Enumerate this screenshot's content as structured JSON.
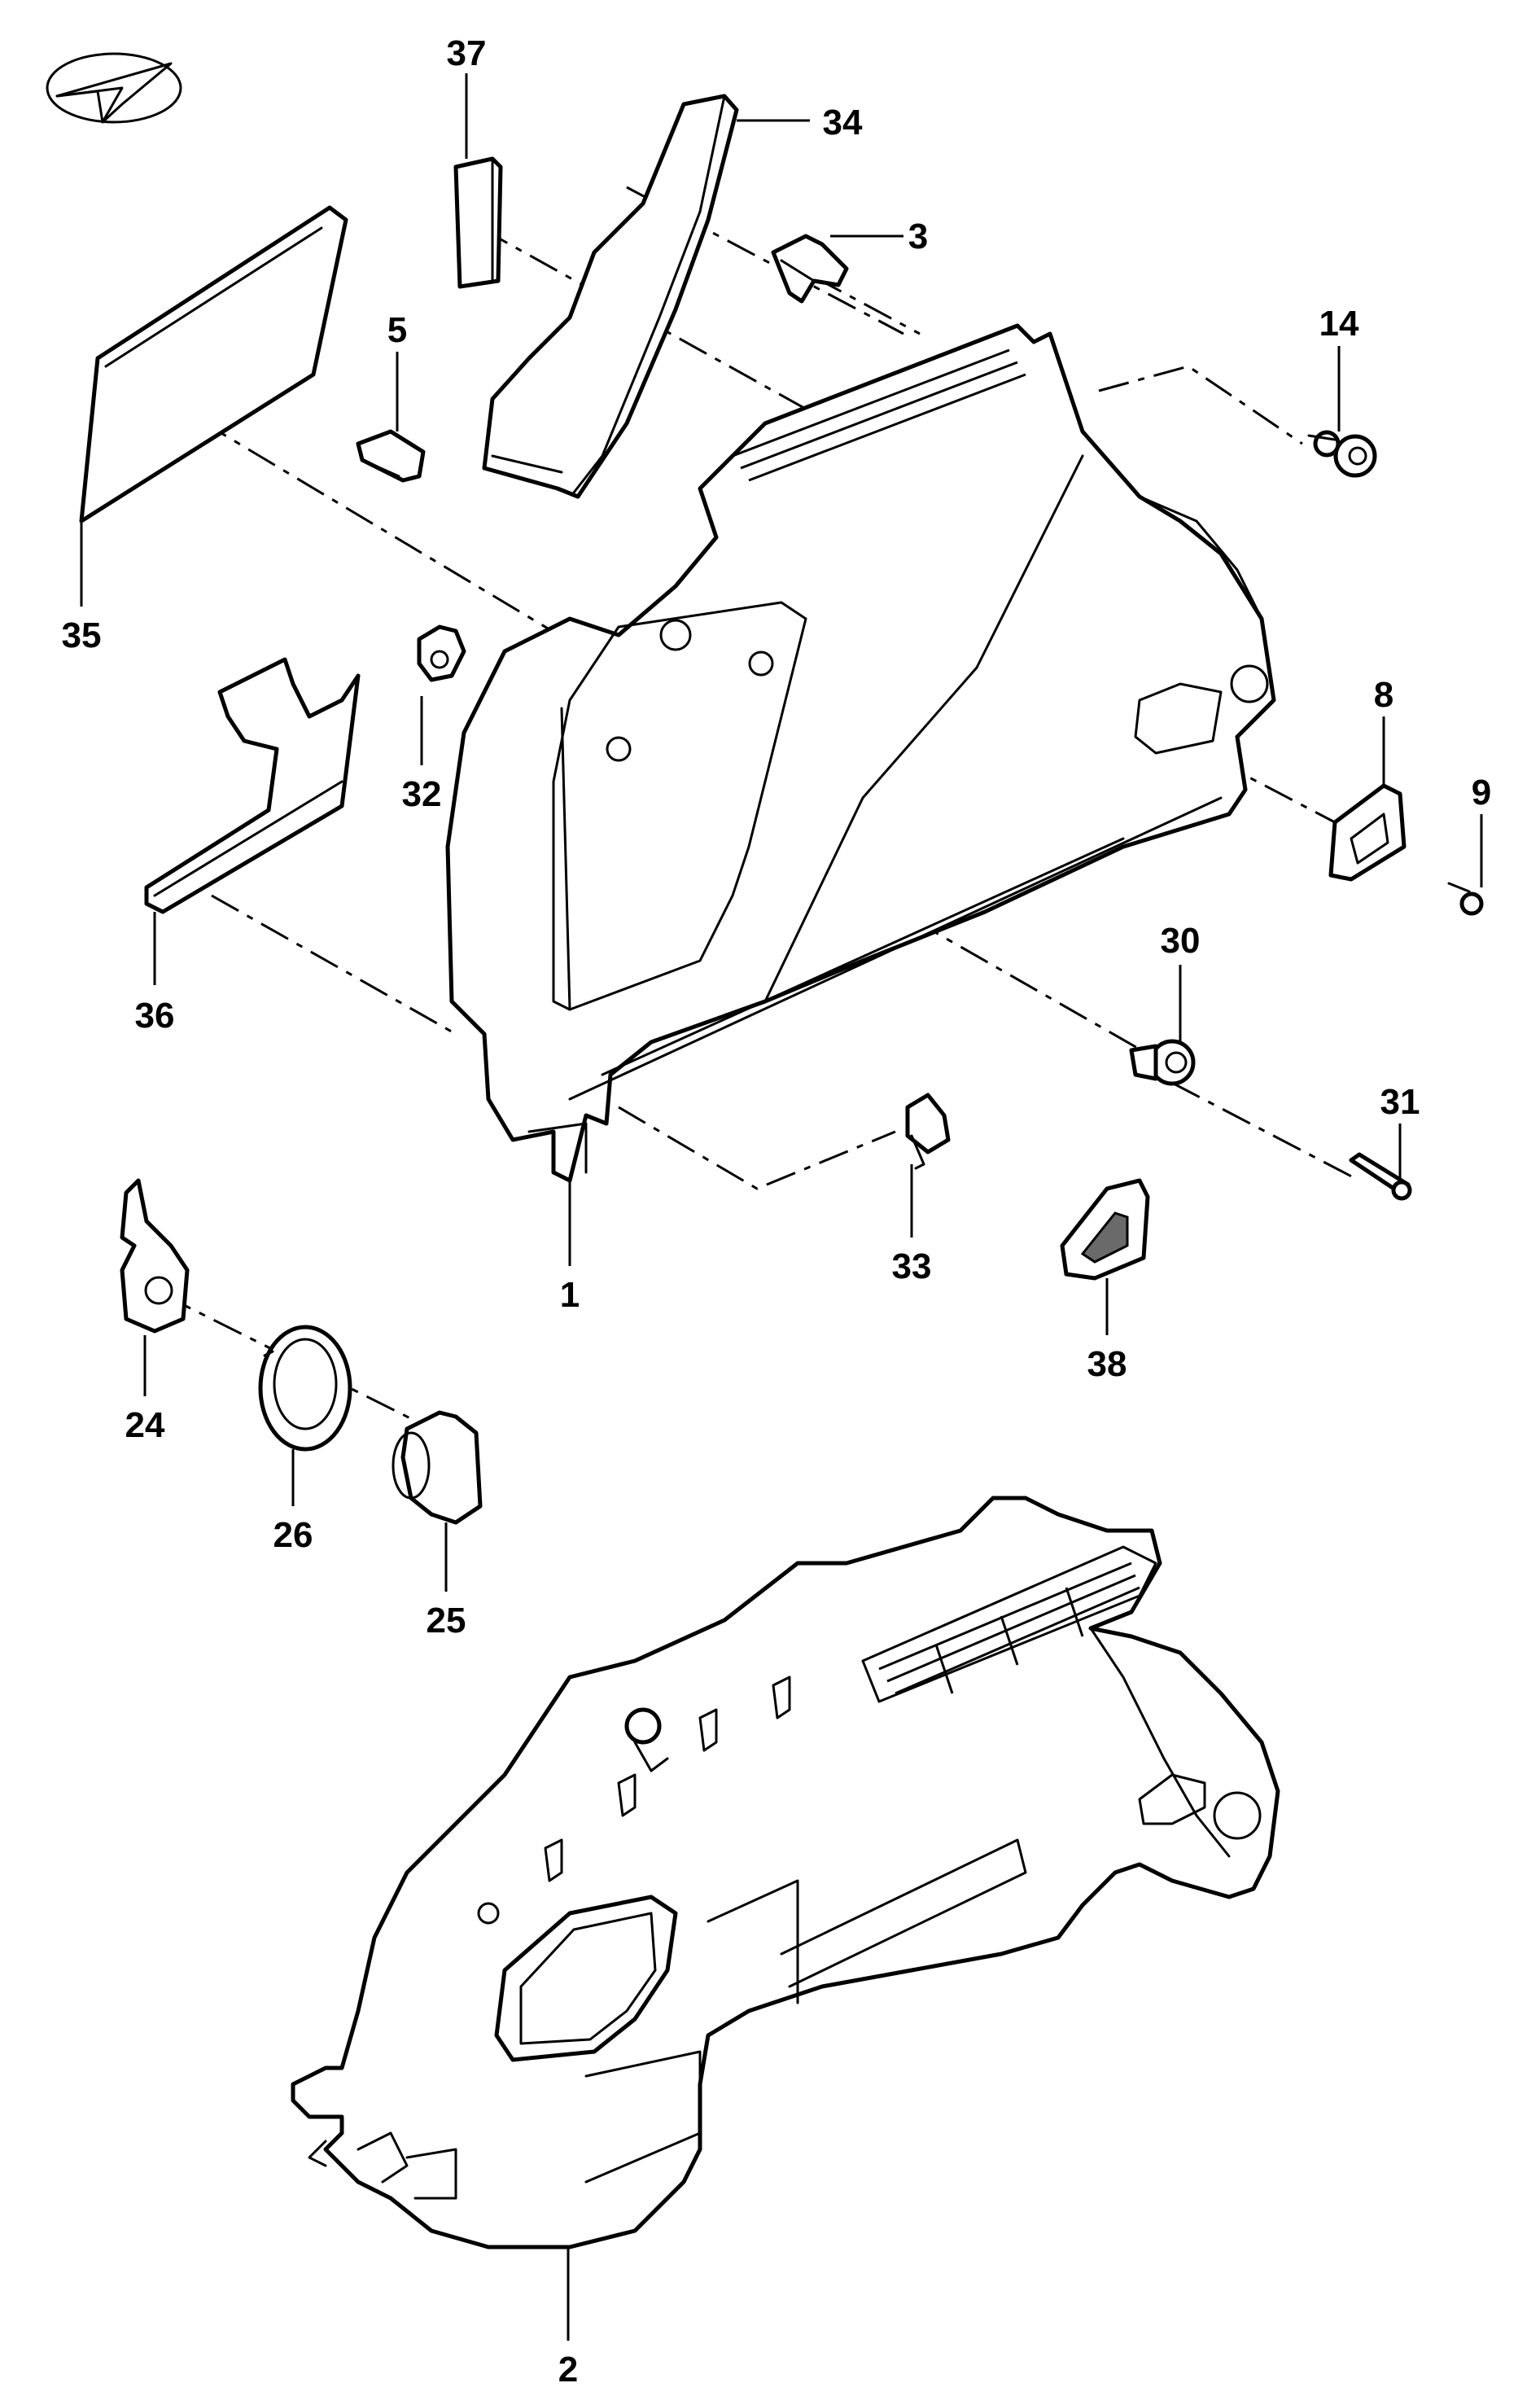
{
  "diagram": {
    "labels": {
      "p1": "1",
      "p2": "2",
      "p3": "3",
      "p5": "5",
      "p8": "8",
      "p9": "9",
      "p14": "14",
      "p24": "24",
      "p25": "25",
      "p26": "26",
      "p30": "30",
      "p31": "31",
      "p32": "32",
      "p33": "33",
      "p34": "34",
      "p35": "35",
      "p36": "36",
      "p37": "37",
      "p38": "38"
    }
  }
}
